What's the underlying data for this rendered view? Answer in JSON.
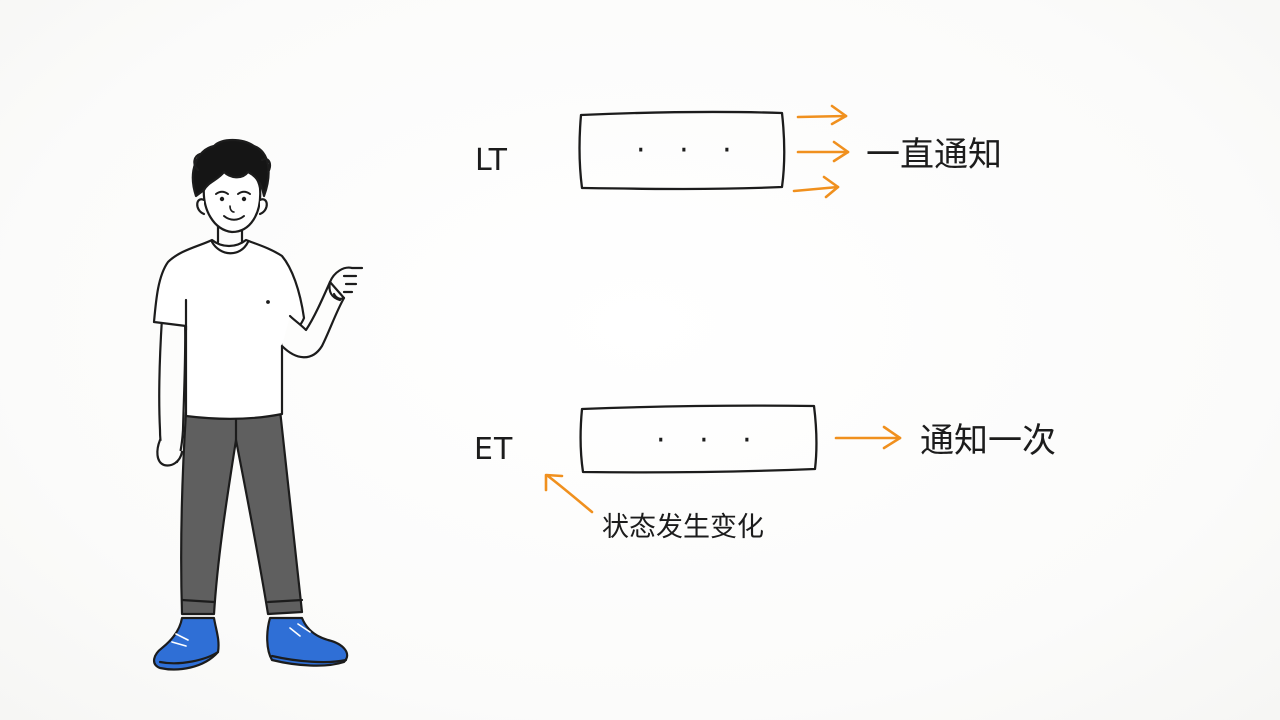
{
  "rows": [
    {
      "mode": "LT",
      "box_content": "· · ·",
      "result": "一直通知",
      "arrow_count": 3
    },
    {
      "mode": "ET",
      "box_content": "· · ·",
      "result": "通知一次",
      "arrow_count": 1,
      "note": "状态发生变化"
    }
  ],
  "colors": {
    "ink": "#1c1c1c",
    "arrow": "#f0901e",
    "shirt": "#ffffff",
    "pants": "#5f5f5f",
    "shoes": "#2f6fd6",
    "background": "#fdfdfc"
  }
}
